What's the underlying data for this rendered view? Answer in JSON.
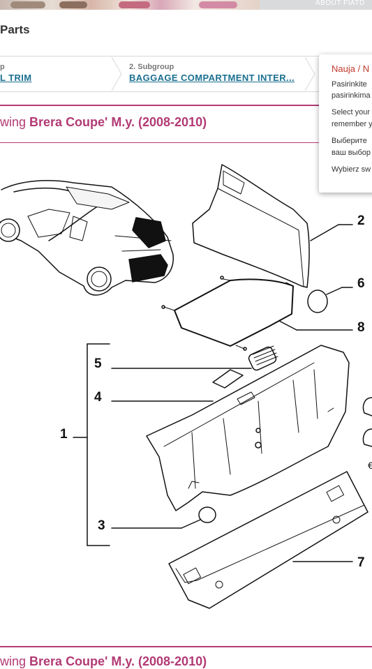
{
  "header": {
    "about_link": "ABOUT FIATD"
  },
  "page": {
    "title": "Parts"
  },
  "breadcrumb": {
    "group_number": "p",
    "group_value": "L TRIM",
    "subgroup_number": "2. Subgroup",
    "subgroup_value": "BAGGAGE COMPARTMENT INTER..."
  },
  "drawing_header": {
    "prefix": "wing ",
    "title": "Brera Coupe' M.y. (2008-2010)"
  },
  "popup": {
    "title": "Nauja / N",
    "lines": [
      "Pasirinkite",
      "pasirinkima",
      "Select your",
      "remember y",
      "Выберите",
      "ваш выбор",
      "Wybierz sw"
    ]
  },
  "callouts": [
    "2",
    "6",
    "8",
    "5",
    "4",
    "1",
    "3",
    "7"
  ],
  "edge_marker": "€",
  "footer_header": {
    "prefix": "wing ",
    "title": "Brera Coupe' M.y. (2008-2010)"
  }
}
